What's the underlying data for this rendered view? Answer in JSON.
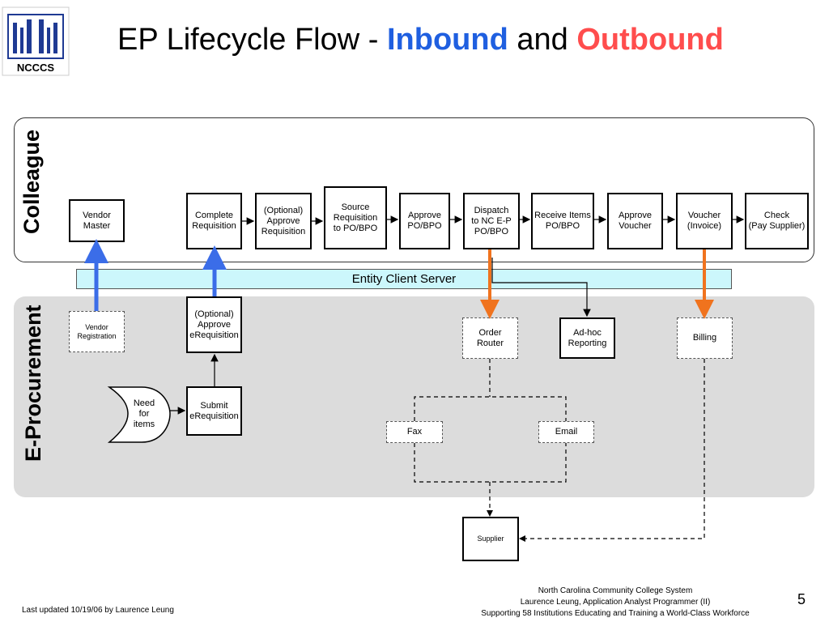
{
  "header": {
    "logo_text": "NCCCS",
    "title_prefix": "EP Lifecycle Flow - ",
    "title_inbound": "Inbound",
    "title_and": " and ",
    "title_outbound": "Outbound"
  },
  "lanes": {
    "colleague": "Colleague",
    "eprocurement": "E-Procurement",
    "entity_client_server": "Entity Client Server"
  },
  "colleague_steps": {
    "vendor_master": "Vendor\nMaster",
    "complete_requisition": "Complete\nRequisition",
    "optional_approve_requisition": "(Optional)\nApprove\nRequisition",
    "source_requisition": "Source\nRequisition\nto PO/BPO",
    "approve_po": "Approve\nPO/BPO",
    "dispatch": "Dispatch\nto NC E-P\nPO/BPO",
    "receive_items": "Receive Items\nPO/BPO",
    "approve_voucher": "Approve\nVoucher",
    "voucher": "Voucher\n(Invoice)",
    "check": "Check\n(Pay Supplier)"
  },
  "eprocurement_steps": {
    "vendor_registration": "Vendor\nRegistration",
    "optional_approve_ereq": "(Optional)\nApprove\neRequisition",
    "submit_ereq": "Submit\neRequisition",
    "need_for_items": "Need\nfor\nitems",
    "order_router": "Order\nRouter",
    "adhoc_reporting": "Ad-hoc\nReporting",
    "billing": "Billing",
    "fax": "Fax",
    "email": "Email",
    "supplier": "Supplier"
  },
  "footer": {
    "last_updated": "Last updated 10/19/06 by Laurence Leung",
    "org_line1": "North Carolina Community College System",
    "org_line2": "Laurence Leung, Application Analyst Programmer (II)",
    "org_line3": "Supporting 58 Institutions Educating and Training a World-Class Workforce",
    "page_number": "5"
  },
  "colors": {
    "inbound_arrow": "#3b6de8",
    "outbound_arrow": "#f0731e",
    "title_inbound": "#1f5fe0",
    "title_outbound": "#ff4d4d",
    "ecs_fill": "#ccf7fc",
    "eproc_lane": "#dcdcdc"
  }
}
